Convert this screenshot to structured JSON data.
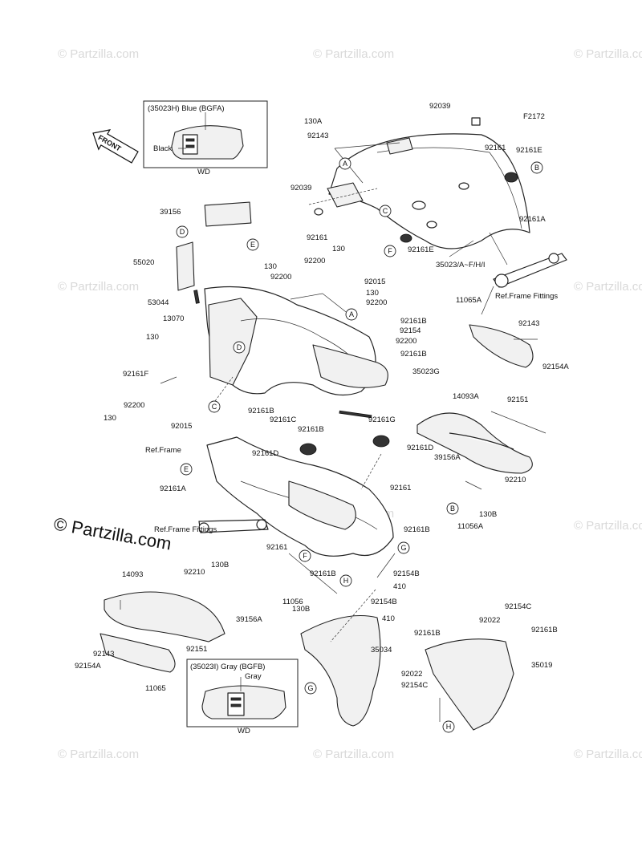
{
  "diagram": {
    "figure_code": "F2172",
    "front_label": "FRONT",
    "copyright": "© Partzilla.com",
    "watermark": "© Partzilla.com",
    "inset_top": {
      "title": "(35023H) Blue (BGFA)",
      "callout": "Black",
      "footer": "WD"
    },
    "inset_bottom": {
      "title": "(35023I) Gray (BGFB)",
      "callout": "Gray",
      "footer": "WD"
    },
    "ref_frame_fittings": "Ref.Frame Fittings",
    "ref_frame": "Ref.Frame",
    "part_numbers": [
      "130A",
      "92143",
      "92039",
      "92161",
      "92161E",
      "92039",
      "92161",
      "92161E",
      "35023/A~F/H/I",
      "92161A",
      "39156",
      "55020",
      "53044",
      "130",
      "92200",
      "130",
      "92200",
      "92015",
      "130",
      "92200",
      "13070",
      "130",
      "92161F",
      "92161B",
      "92154",
      "92200",
      "92161B",
      "35023G",
      "11065A",
      "92143",
      "92154A",
      "14093A",
      "92151",
      "92161B",
      "92161C",
      "92161B",
      "92161G",
      "92200",
      "130",
      "92015",
      "92161D",
      "92161D",
      "39156A",
      "92210",
      "92161",
      "130B",
      "11056A",
      "92161A",
      "92161B",
      "14093",
      "92210",
      "130B",
      "92161",
      "11056",
      "92161B",
      "130B",
      "92154B",
      "410",
      "92154B",
      "410",
      "39156A",
      "92151",
      "92143",
      "92154A",
      "11065",
      "35034",
      "92154C",
      "92022",
      "92161B",
      "92161B",
      "35019",
      "92022",
      "92154C"
    ],
    "reference_letters": [
      "A",
      "B",
      "C",
      "D",
      "E",
      "F",
      "G",
      "H"
    ]
  }
}
